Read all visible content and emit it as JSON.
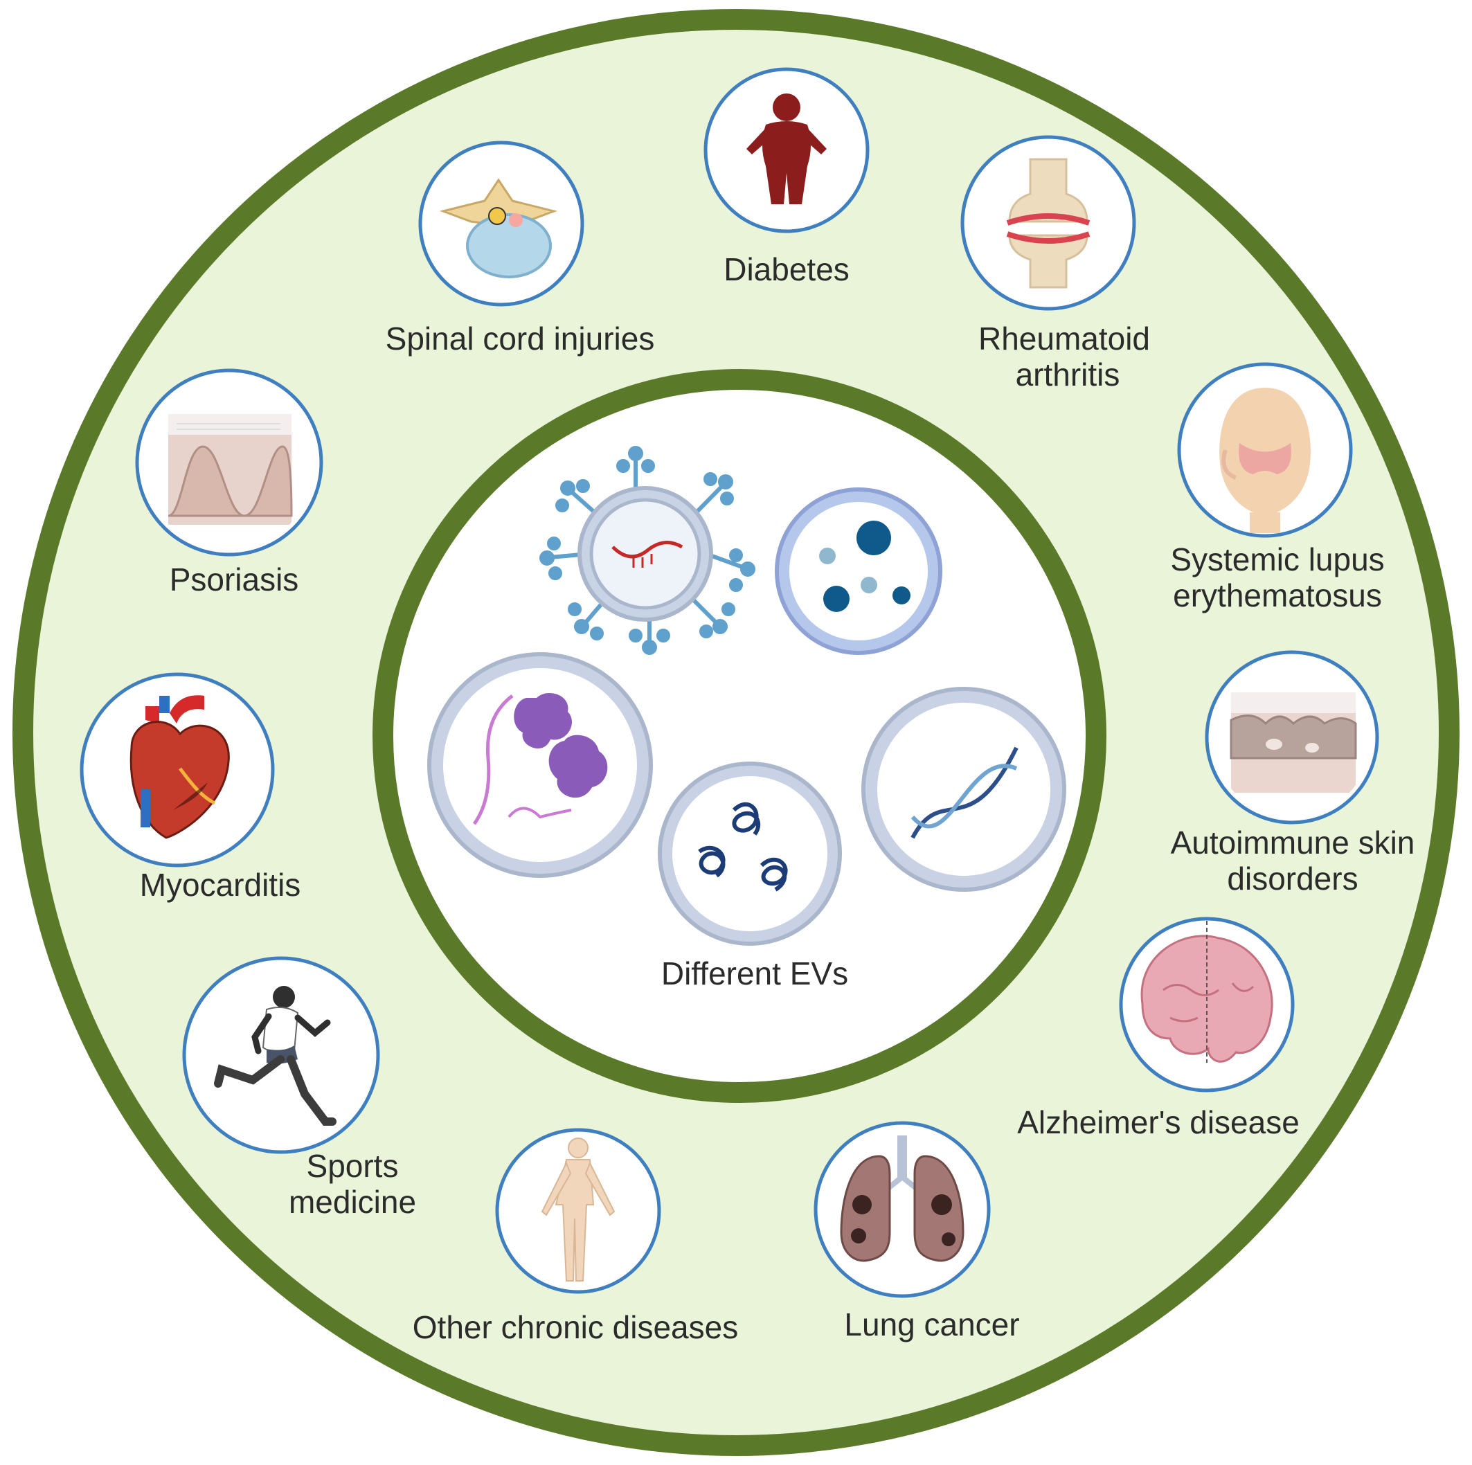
{
  "center": {
    "label": "Different EVs"
  },
  "diseases": [
    {
      "id": "diabetes",
      "lines": [
        "Diabetes"
      ],
      "icon": "obese-person-icon"
    },
    {
      "id": "spinal",
      "lines": [
        "Spinal cord injuries"
      ],
      "icon": "spinal-vertebra-icon"
    },
    {
      "id": "rheumatoid",
      "lines": [
        "Rheumatoid",
        "arthritis"
      ],
      "icon": "knee-joint-icon"
    },
    {
      "id": "lupus",
      "lines": [
        "Systemic lupus",
        "erythematosus"
      ],
      "icon": "butterfly-rash-face-icon"
    },
    {
      "id": "psoriasis",
      "lines": [
        "Psoriasis"
      ],
      "icon": "skin-layers-icon"
    },
    {
      "id": "autoimmune-skin",
      "lines": [
        "Autoimmune skin",
        "disorders"
      ],
      "icon": "lesioned-skin-icon"
    },
    {
      "id": "myocarditis",
      "lines": [
        "Myocarditis"
      ],
      "icon": "heart-icon"
    },
    {
      "id": "alzheimers",
      "lines": [
        "Alzheimer's disease"
      ],
      "icon": "brain-section-icon"
    },
    {
      "id": "sports",
      "lines": [
        "Sports",
        "medicine"
      ],
      "icon": "runner-icon"
    },
    {
      "id": "other-chronic",
      "lines": [
        "Other chronic diseases"
      ],
      "icon": "human-body-icon"
    },
    {
      "id": "lung-cancer",
      "lines": [
        "Lung cancer"
      ],
      "icon": "lungs-icon"
    }
  ],
  "colors": {
    "ring": "#5a7a2a",
    "band": "#e9f4d9",
    "icon_border": "#3f7fbf",
    "vesicle": "#a9b6cc"
  }
}
